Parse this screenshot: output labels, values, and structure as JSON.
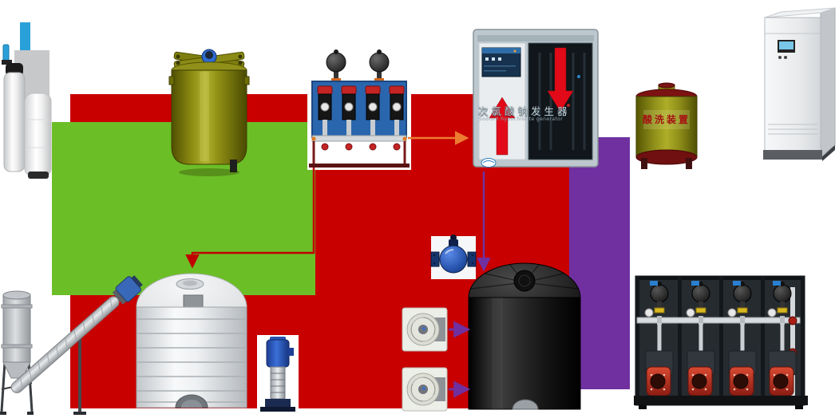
{
  "colors": {
    "background_red": "#c80000",
    "background_green": "#6cbe27",
    "background_purple": "#7030a0",
    "arrow_orange": "#ed7d31",
    "arrow_red": "#c00000",
    "arrow_purple": "#7030a0"
  },
  "generator": {
    "title": "次氯酸钠发生器",
    "subtitle": "Sodium hypochlorite generator"
  },
  "acid_tank": {
    "label": "酸洗装置"
  },
  "equipment": [
    "water-softener",
    "chemical-mixing-tank",
    "dosing-pump-skid",
    "sodium-hypochlorite-generator",
    "acid-washing-tank",
    "electrical-control-cabinet",
    "screw-conveyor-feeder",
    "salt-dissolving-tank",
    "vertical-multistage-pump",
    "electric-valve",
    "blower-fan-1",
    "blower-fan-2",
    "storage-tank-black",
    "metering-pump-skid"
  ]
}
